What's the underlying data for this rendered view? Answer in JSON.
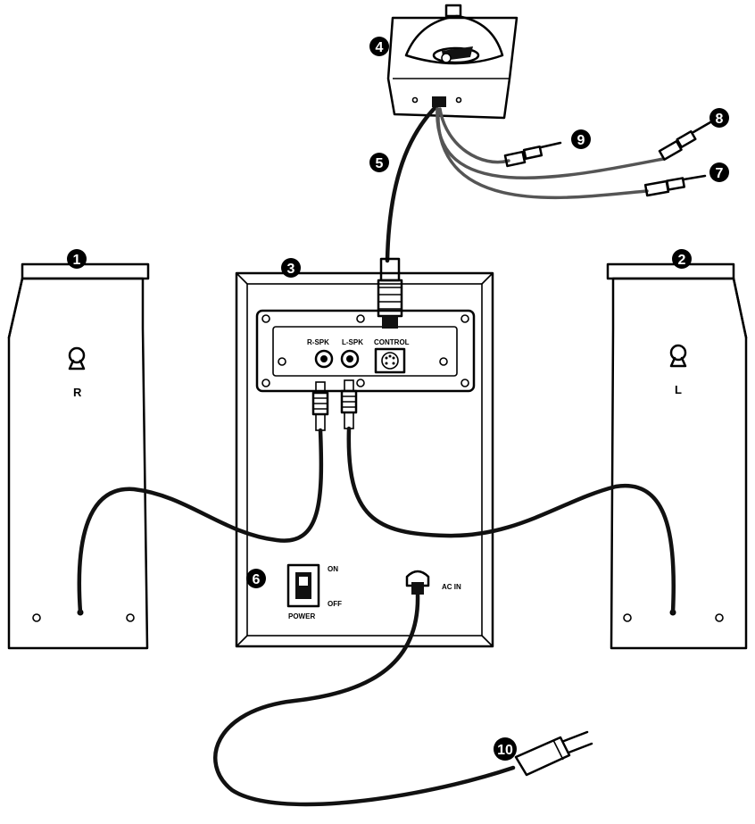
{
  "markers": [
    {
      "id": "1",
      "target": "right-speaker"
    },
    {
      "id": "2",
      "target": "left-speaker"
    },
    {
      "id": "3",
      "target": "subwoofer"
    },
    {
      "id": "4",
      "target": "control-pod"
    },
    {
      "id": "5",
      "target": "control-cable"
    },
    {
      "id": "6",
      "target": "power-switch"
    },
    {
      "id": "7",
      "target": "audio-plug-7"
    },
    {
      "id": "8",
      "target": "audio-plug-8"
    },
    {
      "id": "9",
      "target": "audio-plug-9"
    },
    {
      "id": "10",
      "target": "power-plug"
    }
  ],
  "labels": {
    "right_speaker": "R",
    "left_speaker": "L",
    "r_spk": "R-SPK",
    "l_spk": "L-SPK",
    "control": "CONTROL",
    "on": "ON",
    "off": "OFF",
    "power": "POWER",
    "ac_in": "AC IN"
  }
}
